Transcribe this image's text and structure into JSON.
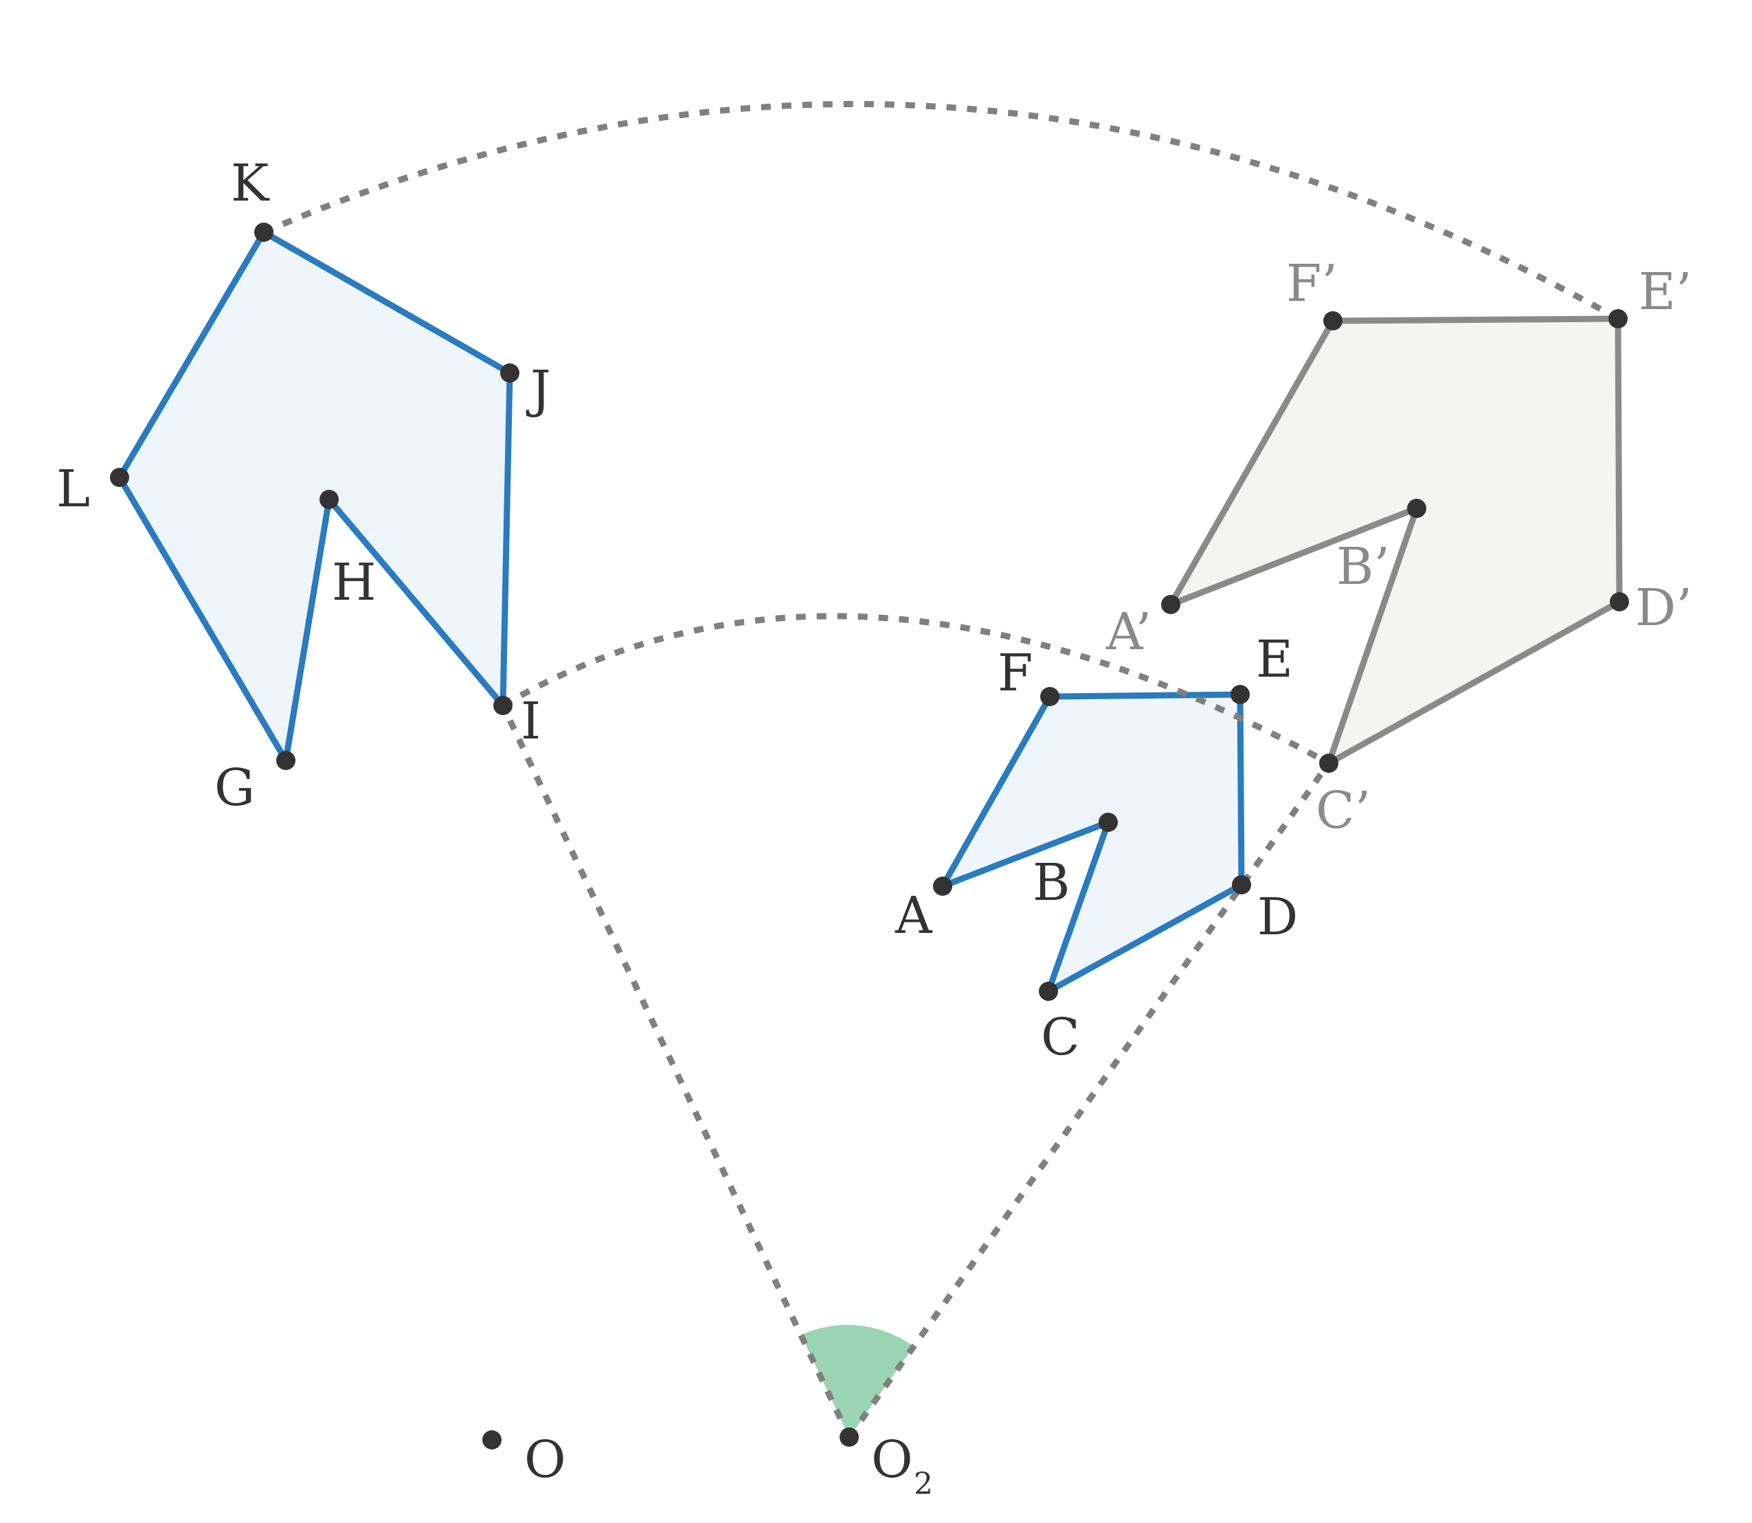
{
  "colors": {
    "blue_stroke": "#2a7bbf",
    "blue_fill": "#eef6fc",
    "gray_stroke": "#8a8a8a",
    "gray_fill": "#f4f4f2",
    "dot": "#333333",
    "dotted": "#808080",
    "angle_fill": "#9bd4b2"
  },
  "labels": {
    "A": "A",
    "B": "B",
    "C": "C",
    "D": "D",
    "E": "E",
    "F": "F",
    "G": "G",
    "H": "H",
    "I": "I",
    "J": "J",
    "K": "K",
    "L": "L",
    "A_prime": "A’",
    "B_prime": "B’",
    "C_prime": "C’",
    "D_prime": "D’",
    "E_prime": "E’",
    "F_prime": "F’",
    "O": "O",
    "O2": "O",
    "O2_sub": "2"
  }
}
